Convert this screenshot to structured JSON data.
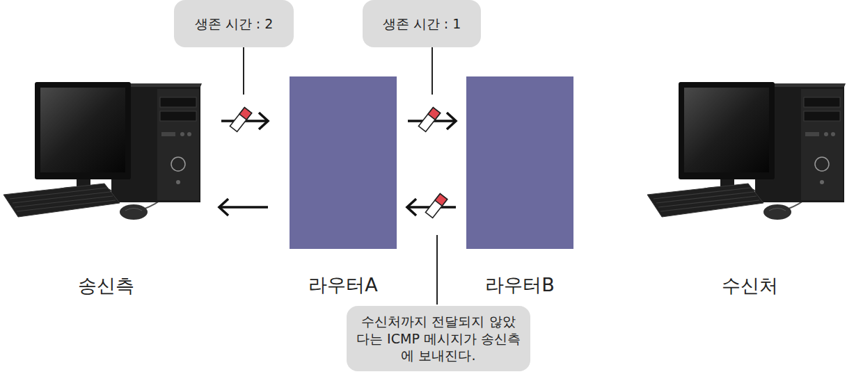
{
  "diagram": {
    "nodes": [
      {
        "text": [
          "생존 시간 : 2"
        ]
      },
      {
        "text": [
          "생존 시간 : 1"
        ]
      },
      {
        "text": [
          "송신측"
        ]
      },
      {
        "text": [
          "라우터A"
        ]
      },
      {
        "text": [
          "라우터B"
        ]
      },
      {
        "text": [
          "수신처"
        ]
      },
      {
        "text": [
          "수신처까지 전달되지 않았다는 ICMP 메시지가 송신측에 보내진다."
        ]
      }
    ],
    "edges": [
      {
        "from": 2,
        "to": 3,
        "arrow": "to"
      },
      {
        "from": 3,
        "to": 4,
        "arrow": "to"
      },
      {
        "from": 4,
        "to": 3,
        "arrow": "to"
      },
      {
        "from": 3,
        "to": 2,
        "arrow": "to"
      }
    ]
  }
}
